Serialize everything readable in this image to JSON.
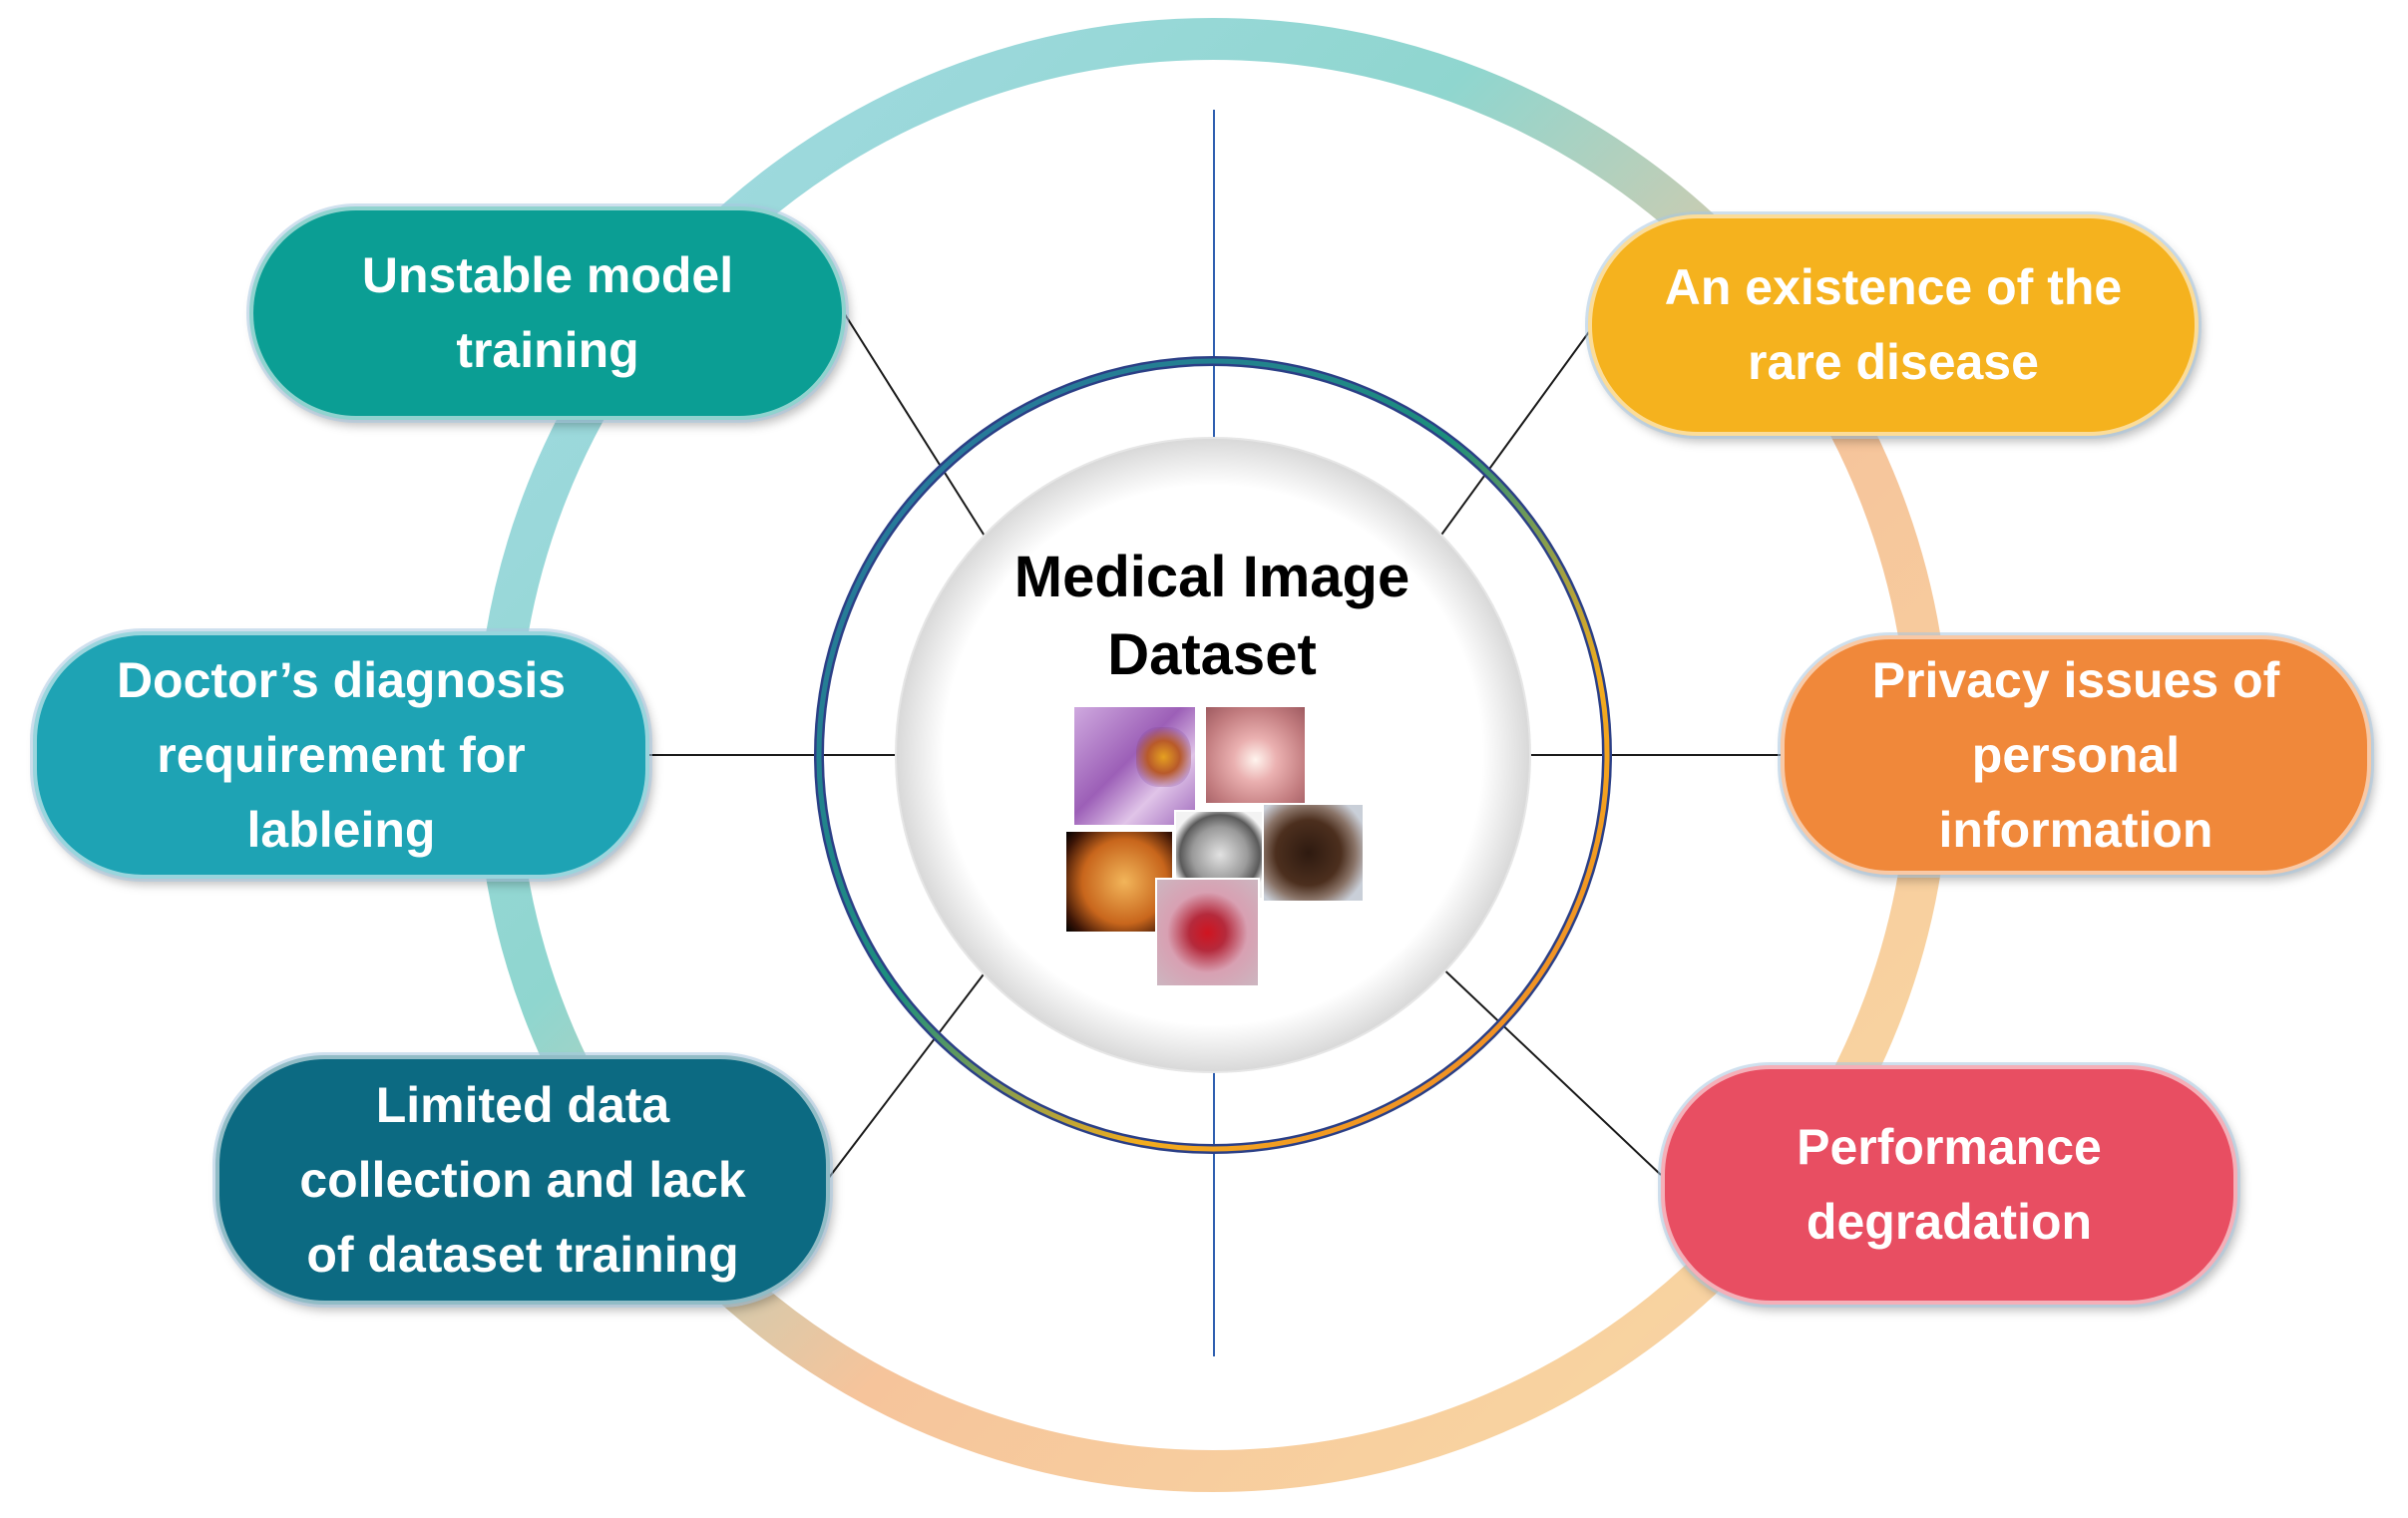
{
  "center": {
    "title": "Medical Image\nDataset",
    "images": [
      "histopathology-image",
      "cervix-colposcopy-image",
      "retina-fundus-image",
      "brain-mri-image",
      "skin-lesion-image",
      "wound-image"
    ]
  },
  "challenges": [
    {
      "id": "unstable-training",
      "text": "Unstable model\ntraining",
      "color": "#0b9e94"
    },
    {
      "id": "doctor-diagnosis",
      "text": "Doctor’s diagnosis\nrequirement for\nlableing",
      "color": "#1ea3b4"
    },
    {
      "id": "limited-data",
      "text": "Limited data\ncollection and lack\nof dataset training",
      "color": "#0c6a82"
    },
    {
      "id": "rare-disease",
      "text": "An existence of the\nrare disease",
      "color": "#f5b21e"
    },
    {
      "id": "privacy",
      "text": "Privacy issues of\npersonal\ninformation",
      "color": "#f0883a"
    },
    {
      "id": "performance",
      "text": "Performance\ndegradation",
      "color": "#e84e62"
    }
  ],
  "colors": {
    "outer_ring_gradient": [
      "#a8d6e3",
      "#9ad9cf",
      "#f6c9a0",
      "#f7cf9b",
      "#cde8e6"
    ],
    "inner_ring_gradient": [
      "#2b7ab0",
      "#12a36a",
      "#f3a41c",
      "#f07c28"
    ],
    "connector_line": "#1a1a1a",
    "spoke_line": "#2f5fb0"
  }
}
